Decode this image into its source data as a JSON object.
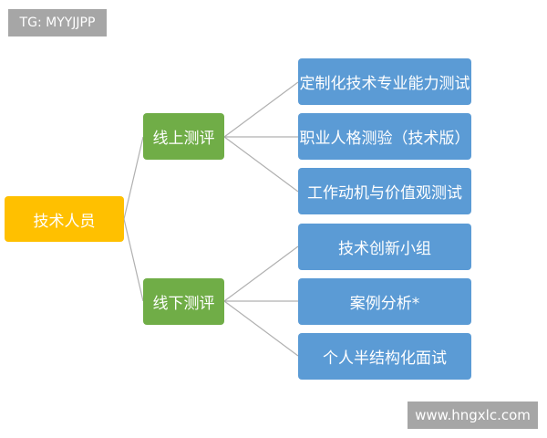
{
  "watermark_top": "TG: MYYJJPP",
  "watermark_bottom": "www.hngxlc.com",
  "root": {
    "label": "技术人员"
  },
  "branches": [
    {
      "label": "线上测评",
      "children": [
        "定制化技术专业能力测试",
        "职业人格测验（技术版）",
        "工作动机与价值观测试"
      ]
    },
    {
      "label": "线下测评",
      "children": [
        "技术创新小组",
        "案例分析*",
        "个人半结构化面试"
      ]
    }
  ],
  "colors": {
    "root": "#ffc000",
    "branch": "#70ad47",
    "leaf": "#5b9bd5",
    "connector": "#a5a5a5"
  }
}
